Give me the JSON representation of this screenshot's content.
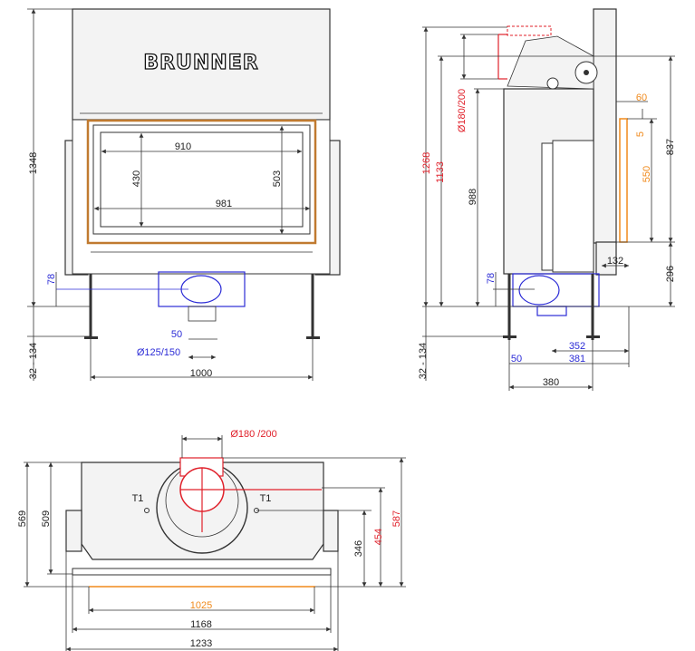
{
  "logo": "BRUNNER",
  "front_view": {
    "height_total": "1348",
    "leg_range": "32 - 134",
    "outlet_offset": "78",
    "inlet_offset": "50",
    "inlet_diameter": "Ø125/150",
    "width_legs": "1000",
    "glass_width": "910",
    "glass_height": "430",
    "door_width": "981",
    "door_height": "503"
  },
  "side_view": {
    "flue_top": "1268",
    "flue_center": "1133",
    "flue_diameter": "Ø180/200",
    "body_height": "988",
    "frame_top": "837",
    "frame_offset": "60",
    "frame_gap": "5",
    "frame_height": "550",
    "base_height": "296",
    "base_depth": "132",
    "inlet_offset": "78",
    "dist_352": "352",
    "dist_381": "381",
    "inlet_width": "50",
    "leg_depth": "380",
    "leg_range": "32 - 134"
  },
  "top_view": {
    "flue_diameter": "Ø180 /200",
    "t1_left": "T1",
    "t1_right": "T1",
    "depth_569": "569",
    "depth_509": "509",
    "depth_346": "346",
    "depth_454": "454",
    "depth_587": "587",
    "width_1025": "1025",
    "width_1168": "1168",
    "width_1233": "1233"
  },
  "colors": {
    "red": "#e0202a",
    "blue": "#2b2bd6",
    "orange": "#f08a1c"
  }
}
